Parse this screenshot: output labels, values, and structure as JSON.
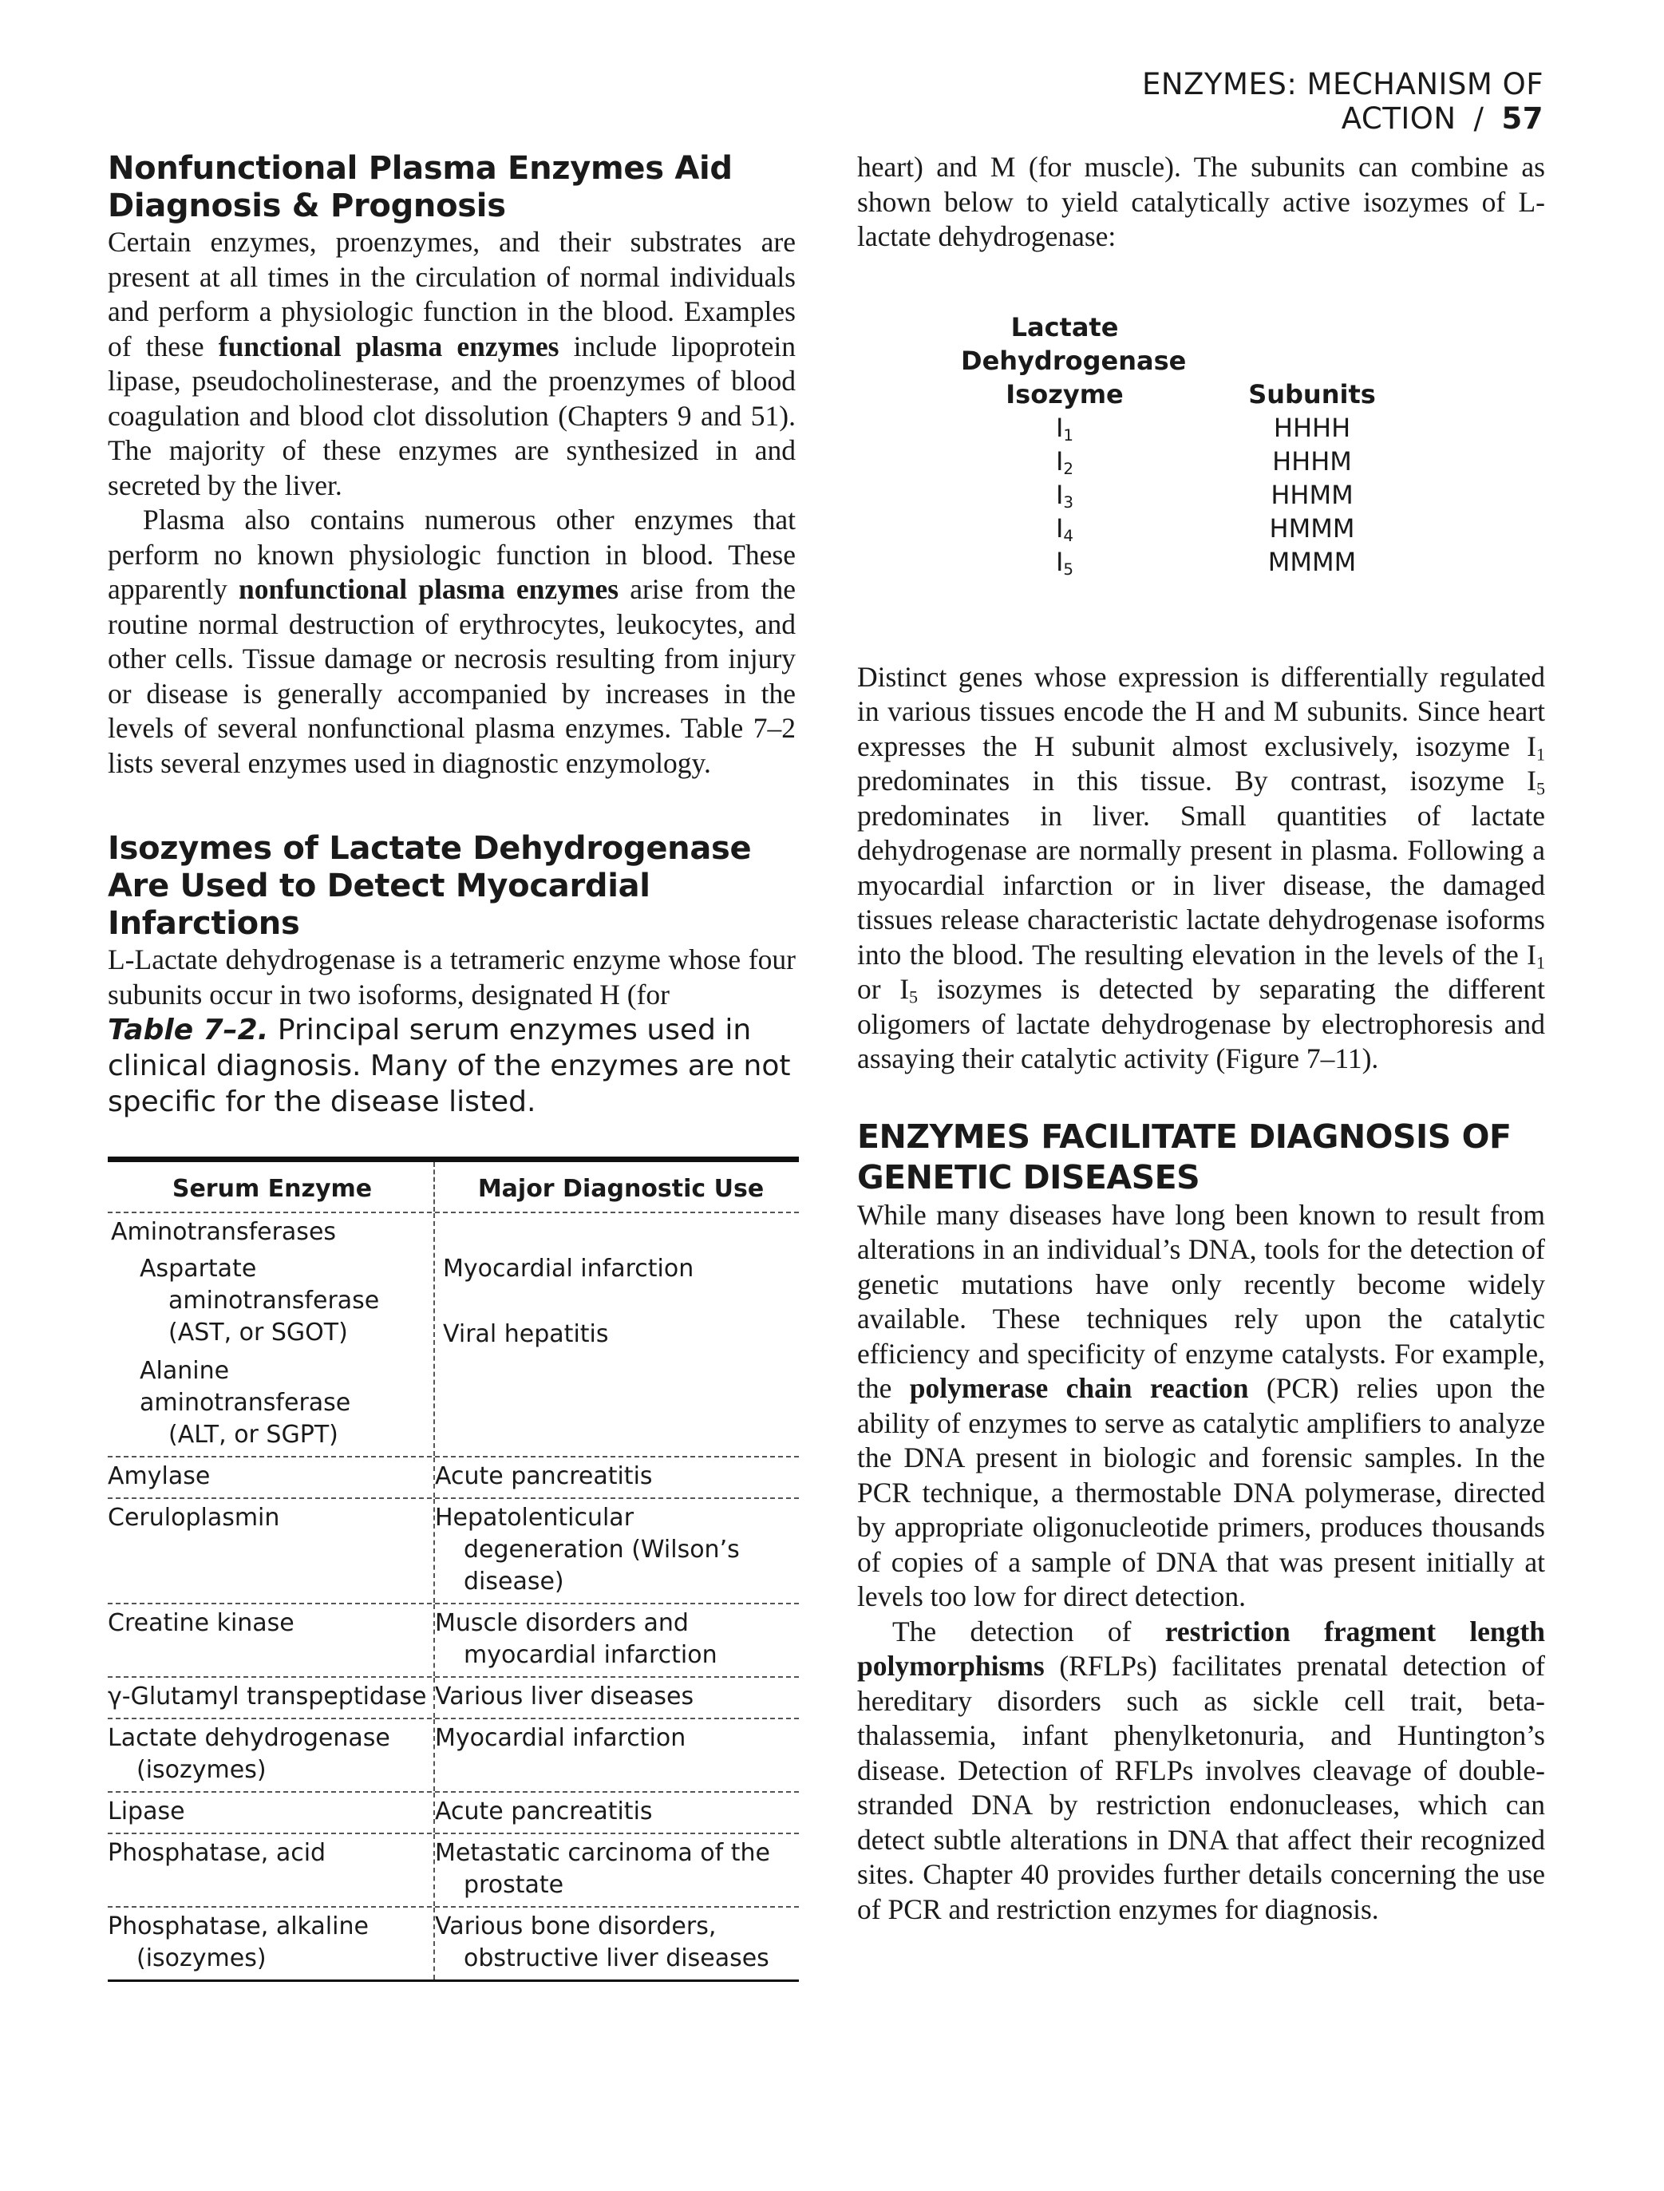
{
  "running_head": {
    "title": "ENZYMES: MECHANISM OF ACTION",
    "separator": "/",
    "page": "57"
  },
  "left": {
    "h1": "Nonfunctional Plasma Enzymes Aid Diagnosis & Prognosis",
    "p1": {
      "a": "Certain enzymes, proenzymes, and their substrates are present at all times in the circulation of normal individuals and perform a physiologic function in the blood. Examples of these ",
      "b": "functional plasma enzymes",
      "c": " include lipoprotein lipase, pseudocholinesterase, and the proenzymes of blood coagulation and blood clot dissolution (Chapters 9 and 51). The majority of these enzymes are synthesized in and secreted by the liver."
    },
    "p2": {
      "a": "Plasma also contains numerous other enzymes that perform no known physiologic function in blood. These apparently ",
      "b": "nonfunctional plasma enzymes",
      "c": " arise from the routine normal destruction of erythrocytes, leukocytes, and other cells. Tissue damage or necrosis resulting from injury or disease is generally accompanied by increases in the levels of several nonfunctional plasma enzymes. Table 7–2 lists several enzymes used in diagnostic enzymology."
    },
    "h2": "Isozymes of Lactate Dehydrogenase Are Used to Detect Myocardial Infarctions",
    "p3": "L-Lactate dehydrogenase is a tetrameric enzyme whose four subunits occur in two isoforms, designated H (for",
    "table_caption": {
      "lead": "Table 7–2.",
      "text": " Principal serum enzymes used in clinical diagnosis. Many of the enzymes are not specific for the disease listed."
    },
    "table": {
      "col1": "Serum Enzyme",
      "col2": "Major Diagnostic Use",
      "group": "Aminotransferases",
      "ast": "Aspartate aminotransferase (AST, or SGOT)",
      "ast_use": "Myocardial infarction",
      "alt_a": "Alanine aminotransferase",
      "alt_b": "(ALT, or SGPT)",
      "alt_use": "Viral hepatitis",
      "rows": [
        {
          "enzyme": "Amylase",
          "use": "Acute pancreatitis"
        },
        {
          "enzyme": "Ceruloplasmin",
          "use": "Hepatolenticular degeneration (Wilson’s disease)"
        },
        {
          "enzyme": "Creatine kinase",
          "use": "Muscle disorders and myocardial infarction"
        },
        {
          "enzyme": "γ-Glutamyl transpeptidase",
          "use": "Various liver diseases"
        },
        {
          "enzyme": "Lactate dehydrogenase (isozymes)",
          "use": "Myocardial infarction"
        },
        {
          "enzyme": "Lipase",
          "use": "Acute pancreatitis"
        },
        {
          "enzyme": "Phosphatase, acid",
          "use": "Metastatic carcinoma of the prostate"
        },
        {
          "enzyme": "Phosphatase, alkaline (isozymes)",
          "use": "Various bone disorders, obstructive liver diseases"
        }
      ]
    }
  },
  "right": {
    "p1": "heart) and M (for muscle). The subunits can combine as shown below to yield catalytically active isozymes of L-lactate dehydrogenase:",
    "ldh": {
      "head1": [
        "Lactate",
        "Dehydrogenase",
        "Isozyme"
      ],
      "head2": "Subunits",
      "rows": [
        {
          "sym": "I",
          "n": "1",
          "sub": "HHHH"
        },
        {
          "sym": "I",
          "n": "2",
          "sub": "HHHM"
        },
        {
          "sym": "I",
          "n": "3",
          "sub": "HHMM"
        },
        {
          "sym": "I",
          "n": "4",
          "sub": "HMMM"
        },
        {
          "sym": "I",
          "n": "5",
          "sub": "MMMM"
        }
      ]
    },
    "p2": {
      "a": "Distinct genes whose expression is differentially regulated in various tissues encode the H and M subunits. Since heart expresses the H subunit almost exclusively, isozyme I",
      "s1": "1",
      "b": " predominates in this tissue. By contrast, isozyme I",
      "s2": "5",
      "c": " predominates in liver. Small quantities of lactate dehydrogenase are normally present in plasma. Following a myocardial infarction or in liver disease, the damaged tissues release characteristic lactate dehydrogenase isoforms into the blood. The resulting elevation in the levels of the I",
      "s3": "1",
      "d": " or I",
      "s4": "5",
      "e": " isozymes is detected by separating the different oligomers of lactate dehydrogenase by electrophoresis and assaying their catalytic activity (Figure 7–11)."
    },
    "h3": "ENZYMES FACILITATE DIAGNOSIS OF GENETIC DISEASES",
    "p3": {
      "a": "While many diseases have long been known to result from alterations in an individual’s DNA, tools for the detection of genetic mutations have only recently become widely available. These techniques rely upon the catalytic efficiency and specificity of enzyme catalysts. For example, the ",
      "b": "polymerase chain reaction",
      "c": " (PCR) relies upon the ability of enzymes to serve as catalytic amplifiers to analyze the DNA present in biologic and forensic samples. In the PCR technique, a thermostable DNA polymerase, directed by appropriate oligonucleotide primers, produces thousands of copies of a sample of DNA that was present initially at levels too low for direct detection."
    },
    "p4": {
      "a": "The detection of ",
      "b": "restriction fragment length polymorphisms",
      "c": " (RFLPs) facilitates prenatal detection of hereditary disorders such as sickle cell trait, beta-thalassemia, infant phenylketonuria, and Huntington’s disease. Detection of RFLPs involves cleavage of double-stranded DNA by restriction endonucleases, which can detect subtle alterations in DNA that affect their recognized sites. Chapter 40 provides further details concerning the use of PCR and restriction enzymes for diagnosis."
    }
  }
}
